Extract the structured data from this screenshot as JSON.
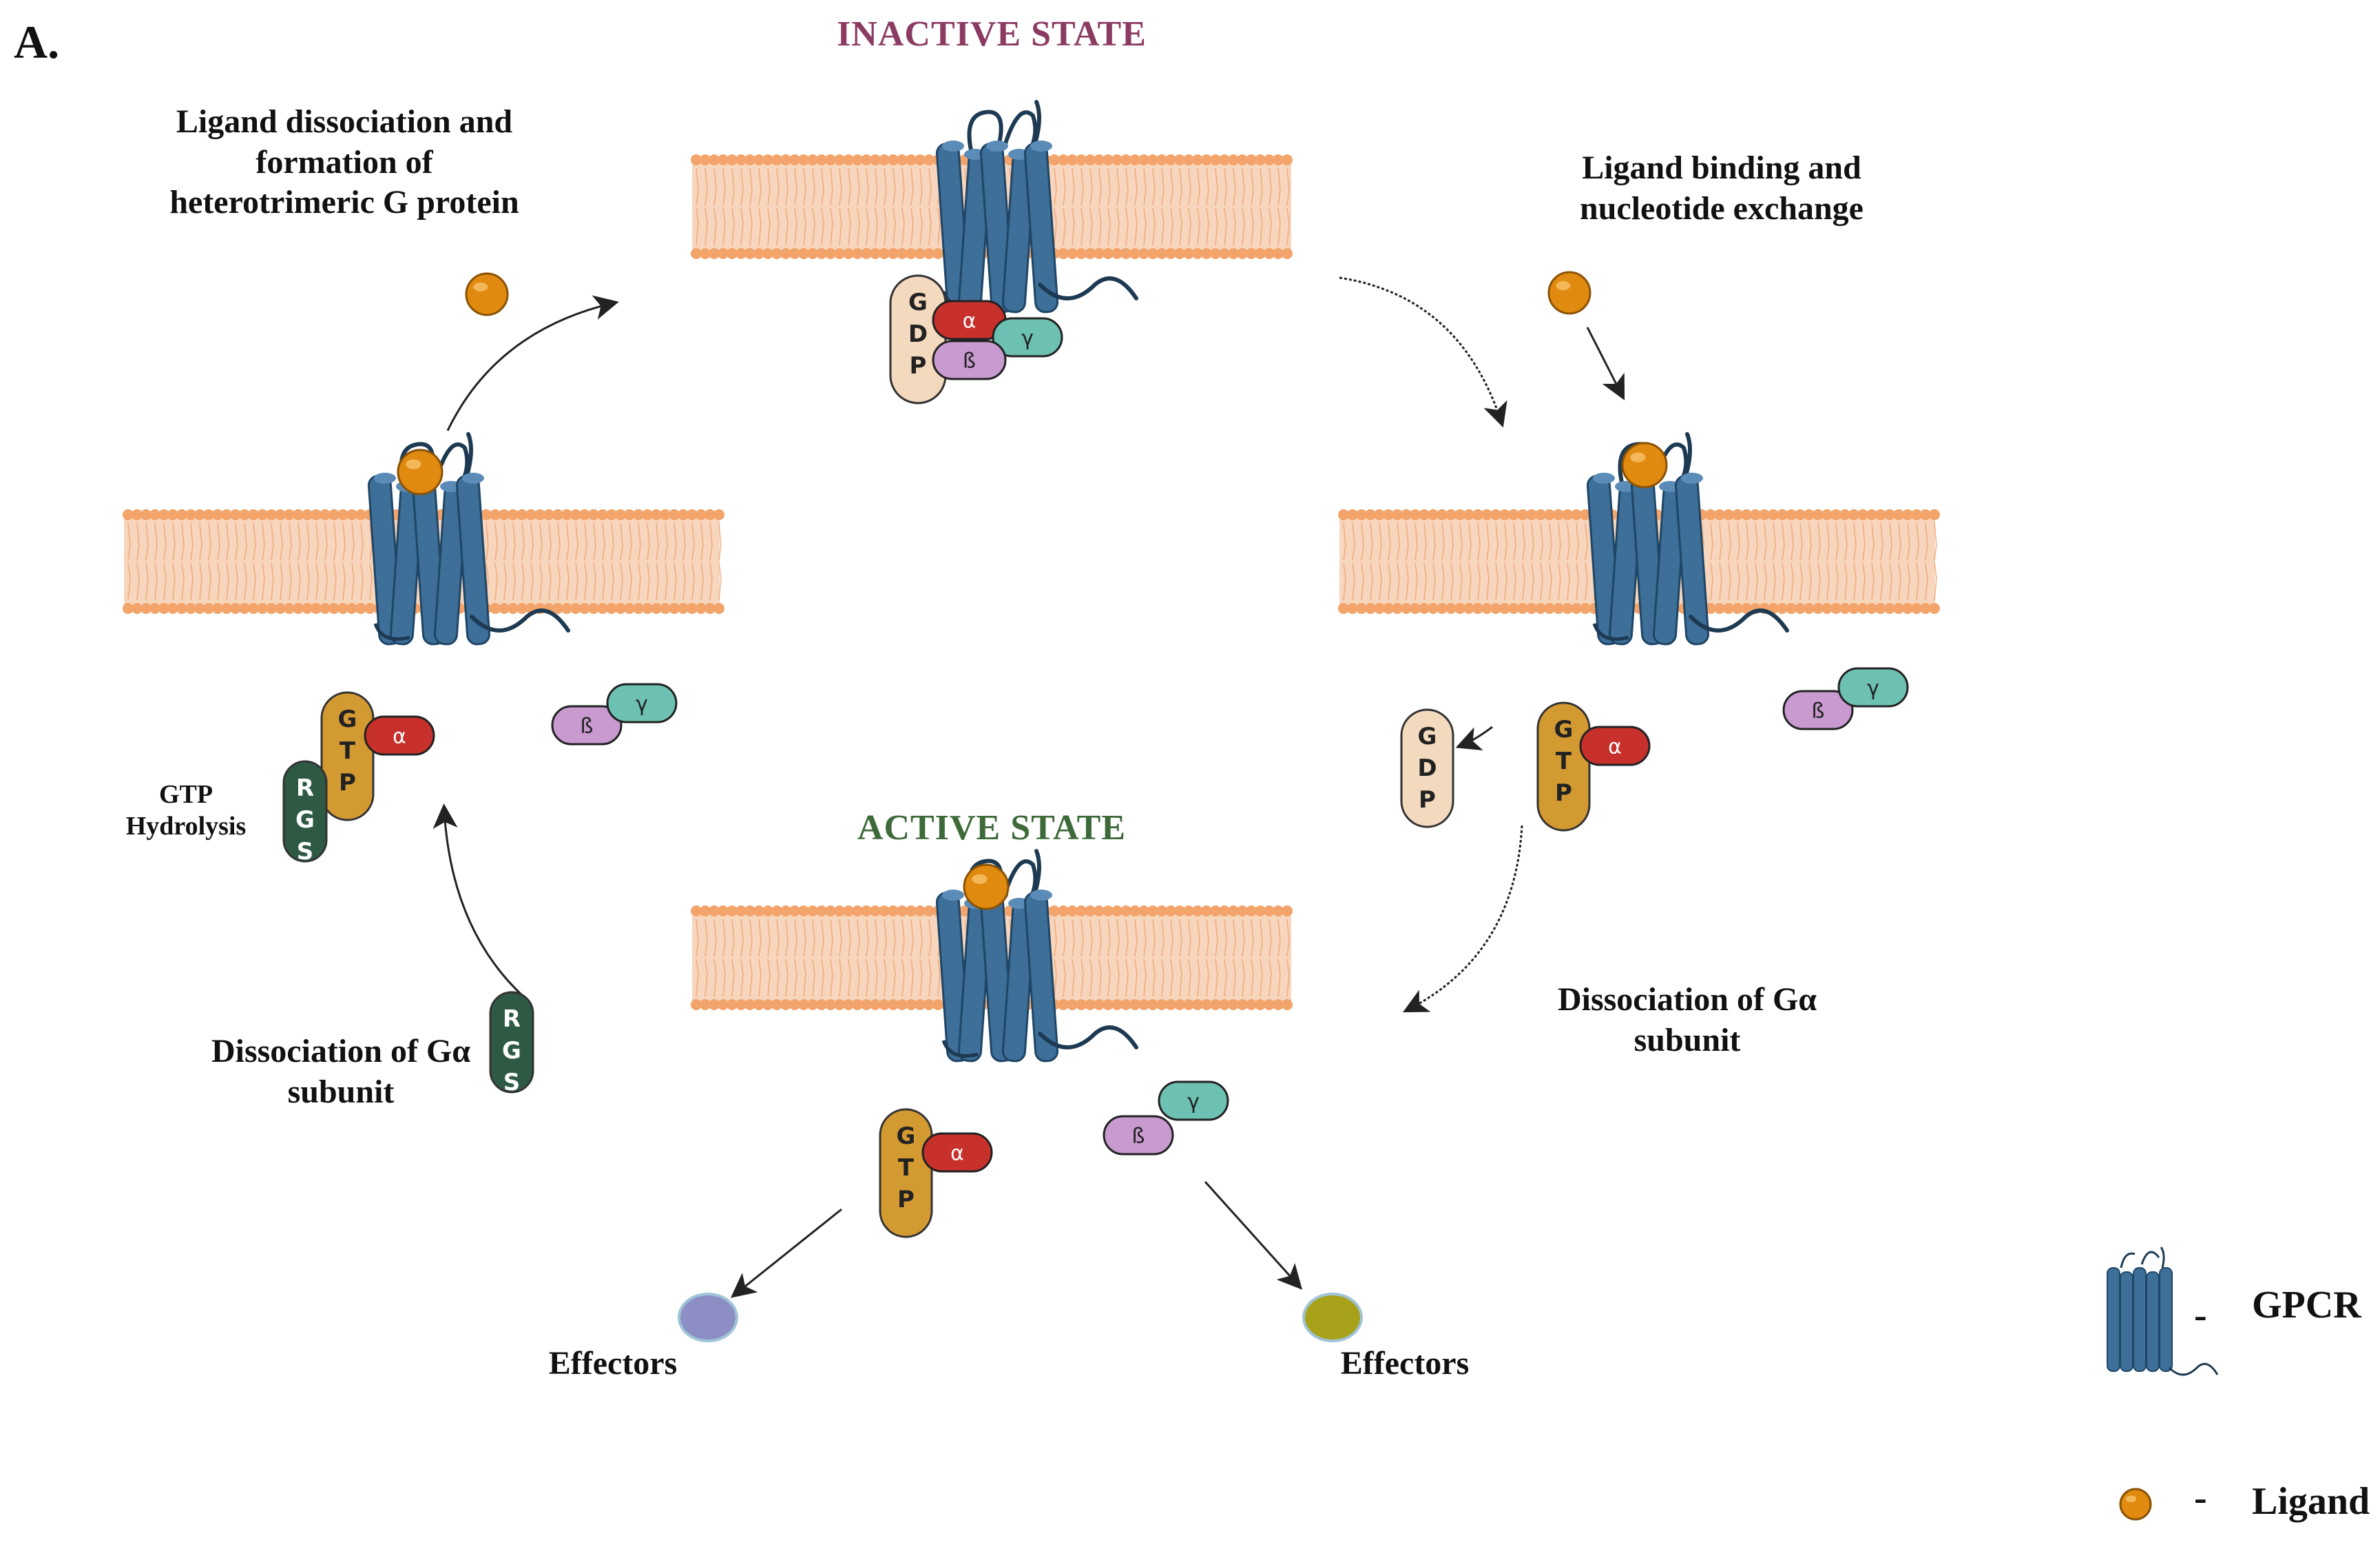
{
  "panel_label": "A.",
  "states": {
    "inactive": "INACTIVE STATE",
    "active": "ACTIVE STATE"
  },
  "steps": {
    "top_left": "Ligand dissociation and\nformation of\nheterotrimeric G protein",
    "top_right": "Ligand binding and\nnucleotide exchange",
    "mid_right": "Dissociation of Gα\nsubunit",
    "bottom_left": "Dissociation of Gα\nsubunit",
    "gtp_hydrolysis": "GTP\nHydrolysis"
  },
  "effectors": [
    "Effectors",
    "Effectors"
  ],
  "subunit_letters": {
    "alpha": "α",
    "beta": "ß",
    "gamma": "γ",
    "gdp": [
      "G",
      "D",
      "P"
    ],
    "gtp": [
      "G",
      "T",
      "P"
    ],
    "rgs": [
      "R",
      "G",
      "S"
    ]
  },
  "legend": {
    "gpcr_dash": "-",
    "gpcr": "GPCR",
    "ligand_dash": "-",
    "ligand": "Ligand"
  },
  "colors": {
    "state_inactive": "#8b3a62",
    "state_active": "#3e6a3a",
    "membrane_head": "#f2a46b",
    "membrane_tail": "#f7d6bd",
    "gpcr": "#3d6f99",
    "ligand": "#e08a10",
    "alpha": "#c8302c",
    "beta": "#c89ad0",
    "gamma": "#6cc1b3",
    "gdp": "#f3d9bd",
    "gtp": "#d49a32",
    "rgs": "#2e5a44",
    "effector_purple": "#8d8fc4",
    "effector_olive": "#a7a21a"
  }
}
